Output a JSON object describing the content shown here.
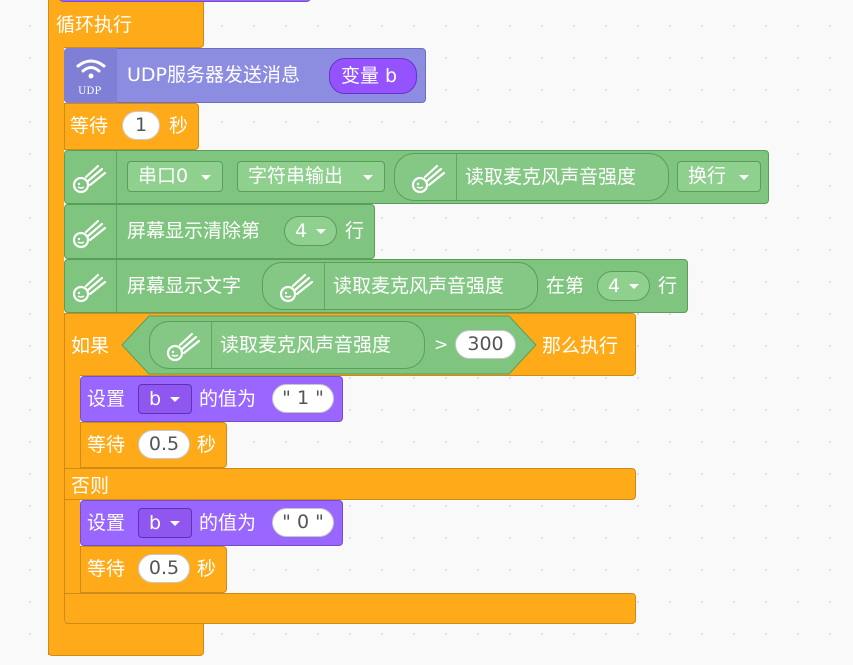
{
  "loop": {
    "label": "循环执行"
  },
  "udp_send": {
    "icon_caption": "UDP",
    "label": "UDP服务器发送消息",
    "arg": "变量 b"
  },
  "wait_1": {
    "label": "等待",
    "value": "1",
    "unit": "秒"
  },
  "serial_print": {
    "port": "串口0",
    "mode": "字符串输出",
    "reporter_label": "读取麦克风声音强度",
    "newline": "换行"
  },
  "clear_row": {
    "prefix": "屏幕显示清除第",
    "row": "4",
    "suffix": "行"
  },
  "display_text": {
    "label": "屏幕显示文字",
    "reporter_label": "读取麦克风声音强度",
    "at": "在第",
    "row": "4",
    "suffix": "行"
  },
  "if_block": {
    "if_label": "如果",
    "reporter_label": "读取麦克风声音强度",
    "operator": ">",
    "threshold": "300",
    "then_label": "那么执行",
    "else_label": "否则"
  },
  "set_1": {
    "label": "设置",
    "var": "b",
    "middle": "的值为",
    "value": "\" 1 \""
  },
  "wait_2": {
    "label": "等待",
    "value": "0.5",
    "unit": "秒"
  },
  "set_2": {
    "label": "设置",
    "var": "b",
    "middle": "的值为",
    "value": "\" 0 \""
  },
  "wait_3": {
    "label": "等待",
    "value": "0.5",
    "unit": "秒"
  },
  "colors": {
    "control": "#ffab19",
    "sensor": "#7fc47f",
    "variable": "#9966ff",
    "network": "#8c8ce0",
    "background": "#f9f9f9"
  }
}
